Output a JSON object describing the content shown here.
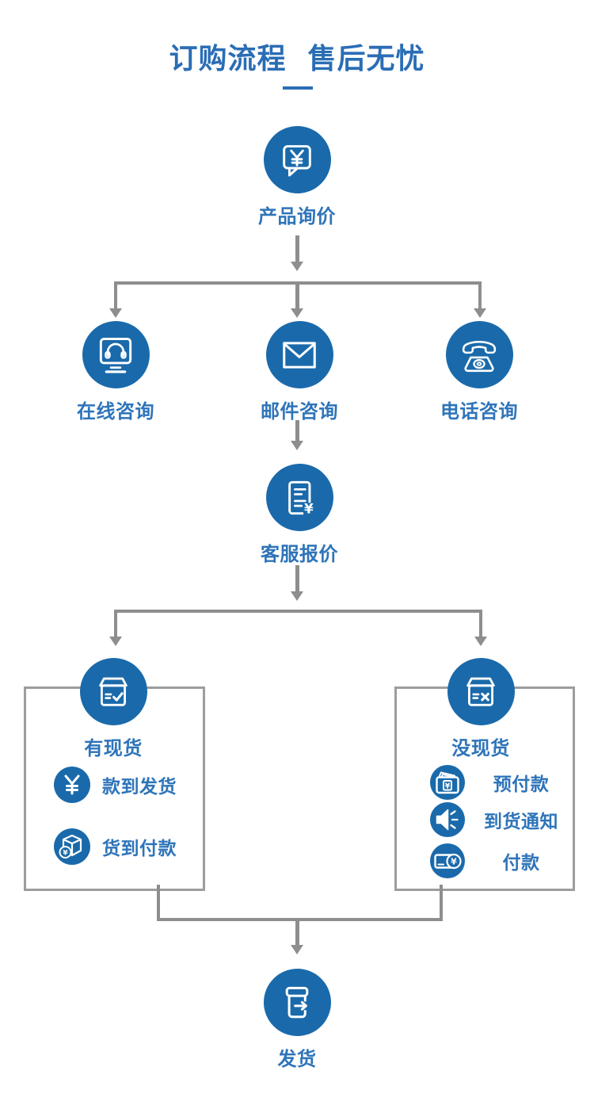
{
  "title": "订购流程  售后无忧",
  "glyphs": {
    "yuan": "¥"
  },
  "colors": {
    "primary_blue": "#1a6aab",
    "label_blue": "#2e74b9",
    "title_blue": "#2b6db5",
    "connector_gray": "#8e8e8e",
    "box_border_gray": "#9d9d9d"
  },
  "nodes": {
    "inquiry": {
      "label": "产品询价",
      "icon": "chat-yuan-icon"
    },
    "online": {
      "label": "在线咨询",
      "icon": "monitor-headset-icon"
    },
    "email": {
      "label": "邮件咨询",
      "icon": "envelope-icon"
    },
    "phone": {
      "label": "电话咨询",
      "icon": "telephone-icon"
    },
    "quote": {
      "label": "客服报价",
      "icon": "document-yuan-icon"
    },
    "in_stock": {
      "label": "有现货",
      "icon": "box-check-icon"
    },
    "no_stock": {
      "label": "没现货",
      "icon": "box-x-icon"
    },
    "ship": {
      "label": "发货",
      "icon": "box-arrow-icon"
    }
  },
  "in_stock_items": [
    {
      "label": "款到发货",
      "icon": "yuan-icon"
    },
    {
      "label": "货到付款",
      "icon": "package-coin-icon"
    }
  ],
  "no_stock_items": [
    {
      "label": "预付款",
      "icon": "wallet-yuan-icon"
    },
    {
      "label": "到货通知",
      "icon": "megaphone-icon"
    },
    {
      "label": "付款",
      "icon": "card-coin-icon"
    }
  ]
}
